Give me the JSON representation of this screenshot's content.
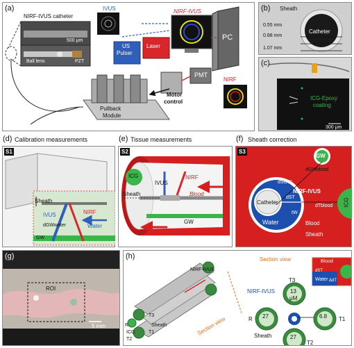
{
  "panel_a": {
    "label": "(a)",
    "catheter_title": "NIRF-IVUS catheter",
    "scale": "500 μm",
    "ball_lens": "Ball lens",
    "pzt": "PZT",
    "ivus": "IVUS",
    "nirf_ivus": "NIRF-IVUS",
    "pc": "PC",
    "us_pulser_1": "US",
    "us_pulser_2": "Pulser",
    "laser": "Laser",
    "pmt": "PMT",
    "nirf": "NIRF",
    "pullback_1": "Pullback",
    "pullback_2": "Module",
    "motor_1": "Motor",
    "motor_2": "control"
  },
  "panel_b": {
    "label": "(b)",
    "sheath": "Sheath",
    "catheter": "Catheter",
    "d1": "0.55 mm",
    "d2": "0.88 mm",
    "d3": "1.07 mm"
  },
  "panel_c": {
    "label": "(c)",
    "coating_1": "ICG-Epoxy",
    "coating_2": "coating",
    "scale": "300 μm"
  },
  "panel_d": {
    "label": "(d)",
    "title": "Calibration measurements",
    "tag": "S1",
    "sheath": "Sheath",
    "ivus": "IVUS",
    "nirf": "NIRF",
    "water": "Water",
    "dgw": "dGWwater",
    "gw": "GW"
  },
  "panel_e": {
    "label": "(e)",
    "title": "Tissue measurements",
    "tag": "S2",
    "icg": "ICG",
    "ivus": "IVUS",
    "nirf": "NIRF",
    "sheath": "Sheath",
    "blood": "Blood",
    "gw": "GW"
  },
  "panel_f": {
    "label": "(f)",
    "title": "Sheath correction",
    "tag": "S3",
    "gw": "GW",
    "dgwblood": "dGWblood",
    "dsgw": "dSGW",
    "nirf_ivus": "NIRF-IVUS",
    "catheter": "Catheter",
    "dst": "dST",
    "tw": "tW",
    "dtblood": "dTblood",
    "water": "Water",
    "blood": "Blood",
    "sheath": "Sheath",
    "icg": "ICG"
  },
  "panel_g": {
    "label": "(g)",
    "roi": "ROI",
    "scale": "5 mm"
  },
  "panel_h": {
    "label": "(h)",
    "section_view": "Section view",
    "section_view_2": "Section view",
    "nirf_ivus": "NIRF-IVUS",
    "nirf_ivus_2": "NIRF-IVUS",
    "t3": "T3",
    "r": "R",
    "icg": "ICG",
    "t2": "T2",
    "t1": "T1",
    "sheath": "Sheath",
    "sheath_2": "Sheath",
    "c_top": "13",
    "c_left": "27",
    "c_right": "6.8",
    "c_bottom": "27",
    "unit": "μM",
    "lbl_t3": "T3",
    "lbl_r": "R",
    "lbl_t1": "T1",
    "lbl_t2": "T2",
    "inset_blood": "Blood",
    "inset_water": "Water",
    "inset_dst": "dST",
    "inset_dt": "ΔdT"
  },
  "colors": {
    "blood_red": "#d6201f",
    "water_blue": "#1c4fae",
    "icg_green": "#3ab54a",
    "nirf_red": "#d8262a",
    "us_blue": "#2f5fb8"
  }
}
